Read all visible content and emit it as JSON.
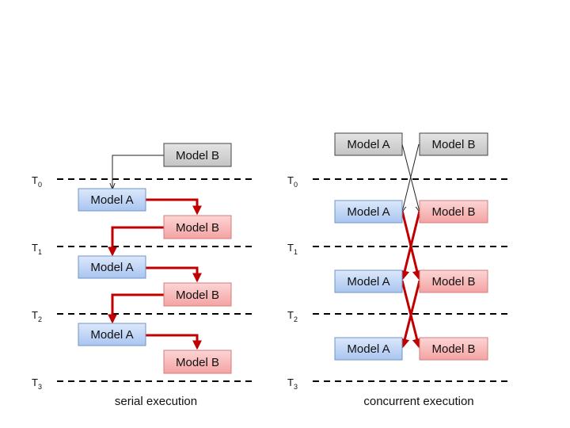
{
  "model_a_label": "Model A",
  "model_b_label": "Model B",
  "time_prefix": "T",
  "time_indices": [
    "0",
    "1",
    "2",
    "3"
  ],
  "serial_caption": "serial execution",
  "concurrent_caption": "concurrent execution",
  "colors": {
    "model_a_fill": "#bcd3f5",
    "model_a_stroke": "#6f94c9",
    "model_b_fill": "#f8b9b9",
    "model_b_stroke": "#d27c7c",
    "initial_fill": "#d3d3d3",
    "initial_stroke": "#444444",
    "arrow_red": "#c00000",
    "arrow_thin": "#222222",
    "dashed_line": "#000000"
  }
}
